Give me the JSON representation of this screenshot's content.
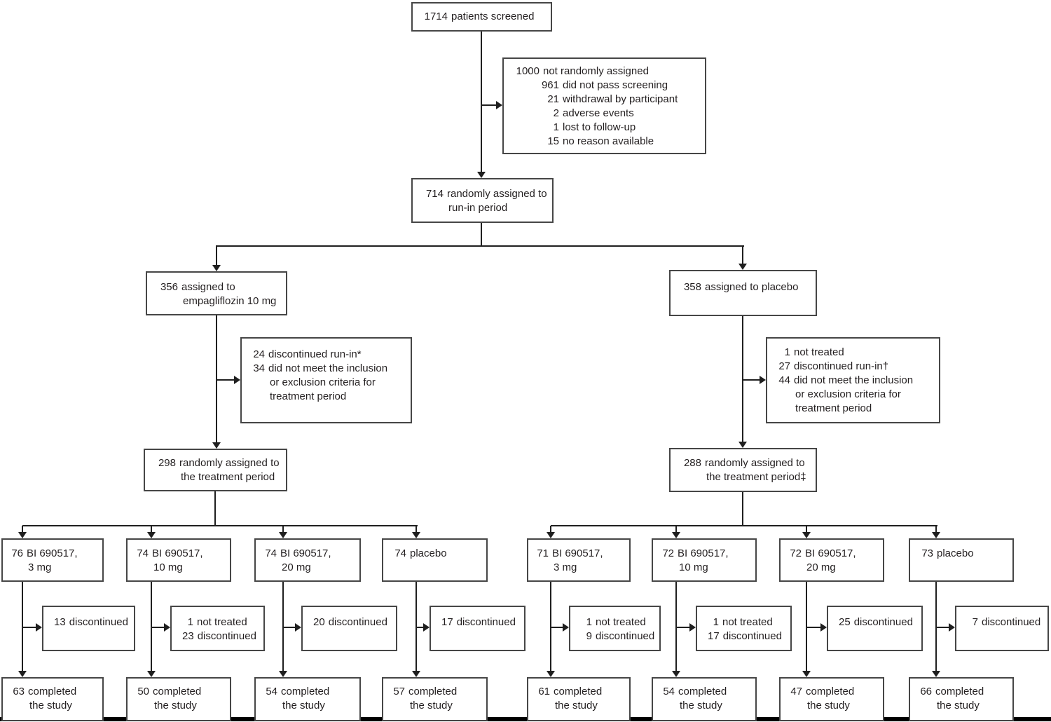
{
  "figure_type": "CONSORT trial profile flow diagram",
  "palette": {
    "background": "#ffffff",
    "box_border": "#464646",
    "text": "#231f20",
    "connector": "#1f1f1f",
    "bottom_rule": "#000000"
  },
  "screened": {
    "lines": [
      {
        "num": "1714",
        "text": "patients screened"
      }
    ]
  },
  "not_randomized": {
    "lines": [
      {
        "num": "1000",
        "text": "not randomly assigned"
      },
      {
        "num": "961",
        "text": "did not pass screening",
        "sub": true
      },
      {
        "num": "21",
        "text": "withdrawal by participant",
        "sub": true
      },
      {
        "num": "2",
        "text": "adverse events",
        "sub": true
      },
      {
        "num": "1",
        "text": "lost to follow-up",
        "sub": true
      },
      {
        "num": "15",
        "text": "no reason available",
        "sub": true
      }
    ]
  },
  "run_in": {
    "lines": [
      {
        "num": "714",
        "text": "randomly assigned to"
      },
      {
        "cont": true,
        "text": "run-in period"
      }
    ]
  },
  "assigned_empagliflozin": {
    "lines": [
      {
        "num": "356",
        "text": "assigned to"
      },
      {
        "cont": true,
        "text": "empagliflozin 10 mg"
      }
    ]
  },
  "assigned_placebo": {
    "lines": [
      {
        "num": "358",
        "text": "assigned to placebo"
      }
    ]
  },
  "runin_dropout_left": {
    "lines": [
      {
        "num": "24",
        "text": "discontinued run-in*"
      },
      {
        "num": "34",
        "text": "did not meet the inclusion"
      },
      {
        "cont": true,
        "text": "or exclusion criteria for"
      },
      {
        "cont": true,
        "text": "treatment period"
      }
    ]
  },
  "runin_dropout_right": {
    "lines": [
      {
        "num": "1",
        "text": "not treated"
      },
      {
        "num": "27",
        "text": "discontinued run-in†"
      },
      {
        "num": "44",
        "text": "did not meet the inclusion"
      },
      {
        "cont": true,
        "text": "or exclusion criteria for"
      },
      {
        "cont": true,
        "text": "treatment period"
      }
    ]
  },
  "treatment_left": {
    "lines": [
      {
        "num": "298",
        "text": "randomly assigned to"
      },
      {
        "cont": true,
        "text": "the treatment period"
      }
    ]
  },
  "treatment_right": {
    "lines": [
      {
        "num": "288",
        "text": "randomly assigned to"
      },
      {
        "cont": true,
        "text": "the treatment period‡"
      }
    ]
  },
  "arms": [
    {
      "lines": [
        {
          "num": "76",
          "text": "BI 690517,"
        },
        {
          "cont": true,
          "text": "3 mg"
        }
      ]
    },
    {
      "lines": [
        {
          "num": "74",
          "text": "BI 690517,"
        },
        {
          "cont": true,
          "text": "10 mg"
        }
      ]
    },
    {
      "lines": [
        {
          "num": "74",
          "text": "BI 690517,"
        },
        {
          "cont": true,
          "text": "20 mg"
        }
      ]
    },
    {
      "lines": [
        {
          "num": "74",
          "text": "placebo"
        }
      ]
    },
    {
      "lines": [
        {
          "num": "71",
          "text": "BI 690517,"
        },
        {
          "cont": true,
          "text": "3 mg"
        }
      ]
    },
    {
      "lines": [
        {
          "num": "72",
          "text": "BI 690517,"
        },
        {
          "cont": true,
          "text": "10 mg"
        }
      ]
    },
    {
      "lines": [
        {
          "num": "72",
          "text": "BI 690517,"
        },
        {
          "cont": true,
          "text": "20 mg"
        }
      ]
    },
    {
      "lines": [
        {
          "num": "73",
          "text": "placebo"
        }
      ]
    }
  ],
  "arm_dropouts": [
    {
      "lines": [
        {
          "num": "13",
          "text": "discontinued"
        }
      ]
    },
    {
      "lines": [
        {
          "num": "1",
          "text": "not treated"
        },
        {
          "num": "23",
          "text": "discontinued"
        }
      ]
    },
    {
      "lines": [
        {
          "num": "20",
          "text": "discontinued"
        }
      ]
    },
    {
      "lines": [
        {
          "num": "17",
          "text": "discontinued"
        }
      ]
    },
    {
      "lines": [
        {
          "num": "1",
          "text": "not treated"
        },
        {
          "num": "9",
          "text": "discontinued"
        }
      ]
    },
    {
      "lines": [
        {
          "num": "1",
          "text": "not treated"
        },
        {
          "num": "17",
          "text": "discontinued"
        }
      ]
    },
    {
      "lines": [
        {
          "num": "25",
          "text": "discontinued"
        }
      ]
    },
    {
      "lines": [
        {
          "num": "7",
          "text": "discontinued"
        }
      ]
    }
  ],
  "completed": [
    {
      "lines": [
        {
          "num": "63",
          "text": "completed"
        },
        {
          "cont": true,
          "text": "the study"
        }
      ]
    },
    {
      "lines": [
        {
          "num": "50",
          "text": "completed"
        },
        {
          "cont": true,
          "text": "the study"
        }
      ]
    },
    {
      "lines": [
        {
          "num": "54",
          "text": "completed"
        },
        {
          "cont": true,
          "text": "the study"
        }
      ]
    },
    {
      "lines": [
        {
          "num": "57",
          "text": "completed"
        },
        {
          "cont": true,
          "text": "the study"
        }
      ]
    },
    {
      "lines": [
        {
          "num": "61",
          "text": "completed"
        },
        {
          "cont": true,
          "text": "the study"
        }
      ]
    },
    {
      "lines": [
        {
          "num": "54",
          "text": "completed"
        },
        {
          "cont": true,
          "text": "the study"
        }
      ]
    },
    {
      "lines": [
        {
          "num": "47",
          "text": "completed"
        },
        {
          "cont": true,
          "text": "the study"
        }
      ]
    },
    {
      "lines": [
        {
          "num": "66",
          "text": "completed"
        },
        {
          "cont": true,
          "text": "the study"
        }
      ]
    }
  ]
}
